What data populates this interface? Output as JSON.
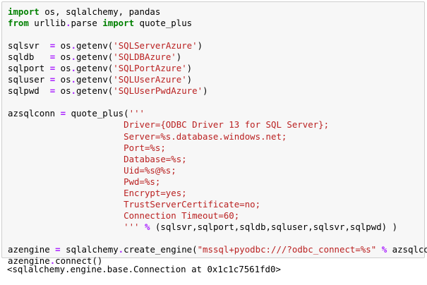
{
  "cell": {
    "code_lines": [
      [
        {
          "t": "kw",
          "v": "import"
        },
        {
          "t": "plain",
          "v": " os, sqlalchemy, pandas"
        }
      ],
      [
        {
          "t": "kw",
          "v": "from"
        },
        {
          "t": "plain",
          "v": " urllib"
        },
        {
          "t": "op",
          "v": "."
        },
        {
          "t": "plain",
          "v": "parse "
        },
        {
          "t": "kw",
          "v": "import"
        },
        {
          "t": "plain",
          "v": " quote_plus"
        }
      ],
      [],
      [
        {
          "t": "plain",
          "v": "sqlsvr  "
        },
        {
          "t": "op",
          "v": "="
        },
        {
          "t": "plain",
          "v": " os"
        },
        {
          "t": "op",
          "v": "."
        },
        {
          "t": "plain",
          "v": "getenv("
        },
        {
          "t": "str",
          "v": "'SQLServerAzure'"
        },
        {
          "t": "plain",
          "v": ")"
        }
      ],
      [
        {
          "t": "plain",
          "v": "sqldb   "
        },
        {
          "t": "op",
          "v": "="
        },
        {
          "t": "plain",
          "v": " os"
        },
        {
          "t": "op",
          "v": "."
        },
        {
          "t": "plain",
          "v": "getenv("
        },
        {
          "t": "str",
          "v": "'SQLDBAzure'"
        },
        {
          "t": "plain",
          "v": ")"
        }
      ],
      [
        {
          "t": "plain",
          "v": "sqlport "
        },
        {
          "t": "op",
          "v": "="
        },
        {
          "t": "plain",
          "v": " os"
        },
        {
          "t": "op",
          "v": "."
        },
        {
          "t": "plain",
          "v": "getenv("
        },
        {
          "t": "str",
          "v": "'SQLPortAzure'"
        },
        {
          "t": "plain",
          "v": ")"
        }
      ],
      [
        {
          "t": "plain",
          "v": "sqluser "
        },
        {
          "t": "op",
          "v": "="
        },
        {
          "t": "plain",
          "v": " os"
        },
        {
          "t": "op",
          "v": "."
        },
        {
          "t": "plain",
          "v": "getenv("
        },
        {
          "t": "str",
          "v": "'SQLUserAzure'"
        },
        {
          "t": "plain",
          "v": ")"
        }
      ],
      [
        {
          "t": "plain",
          "v": "sqlpwd  "
        },
        {
          "t": "op",
          "v": "="
        },
        {
          "t": "plain",
          "v": " os"
        },
        {
          "t": "op",
          "v": "."
        },
        {
          "t": "plain",
          "v": "getenv("
        },
        {
          "t": "str",
          "v": "'SQLUserPwdAzure'"
        },
        {
          "t": "plain",
          "v": ")"
        }
      ],
      [],
      [
        {
          "t": "plain",
          "v": "azsqlconn "
        },
        {
          "t": "op",
          "v": "="
        },
        {
          "t": "plain",
          "v": " quote_plus("
        },
        {
          "t": "str",
          "v": "'''"
        }
      ],
      [
        {
          "t": "str",
          "v": "                      Driver={ODBC Driver 13 for SQL Server};"
        }
      ],
      [
        {
          "t": "str",
          "v": "                      Server=%s.database.windows.net;"
        }
      ],
      [
        {
          "t": "str",
          "v": "                      Port=%s;"
        }
      ],
      [
        {
          "t": "str",
          "v": "                      Database=%s;"
        }
      ],
      [
        {
          "t": "str",
          "v": "                      Uid=%s@%s;"
        }
      ],
      [
        {
          "t": "str",
          "v": "                      Pwd=%s;"
        }
      ],
      [
        {
          "t": "str",
          "v": "                      Encrypt=yes;"
        }
      ],
      [
        {
          "t": "str",
          "v": "                      TrustServerCertificate=no;"
        }
      ],
      [
        {
          "t": "str",
          "v": "                      Connection Timeout=60;"
        }
      ],
      [
        {
          "t": "str",
          "v": "                      ''' "
        },
        {
          "t": "op",
          "v": "%"
        },
        {
          "t": "plain",
          "v": " (sqlsvr,sqlport,sqldb,sqluser,sqlsvr,sqlpwd) )"
        }
      ],
      [],
      [
        {
          "t": "plain",
          "v": "azengine "
        },
        {
          "t": "op",
          "v": "="
        },
        {
          "t": "plain",
          "v": " sqlalchemy"
        },
        {
          "t": "op",
          "v": "."
        },
        {
          "t": "plain",
          "v": "create_engine("
        },
        {
          "t": "str",
          "v": "\"mssql+pyodbc:///?odbc_connect=%s\""
        },
        {
          "t": "plain",
          "v": " "
        },
        {
          "t": "op",
          "v": "%"
        },
        {
          "t": "plain",
          "v": " azsqlconn)"
        }
      ],
      [
        {
          "t": "plain",
          "v": "azengine"
        },
        {
          "t": "op",
          "v": "."
        },
        {
          "t": "plain",
          "v": "connect()"
        }
      ]
    ],
    "output_text": "<sqlalchemy.engine.base.Connection at 0x1c1c7561fd0>"
  },
  "colors": {
    "kw": "#008000",
    "str": "#ba2121",
    "op": "#aa22ff",
    "plain": "#000000",
    "cell_bg": "#f7f7f7",
    "cell_border": "#cfcfcf"
  }
}
